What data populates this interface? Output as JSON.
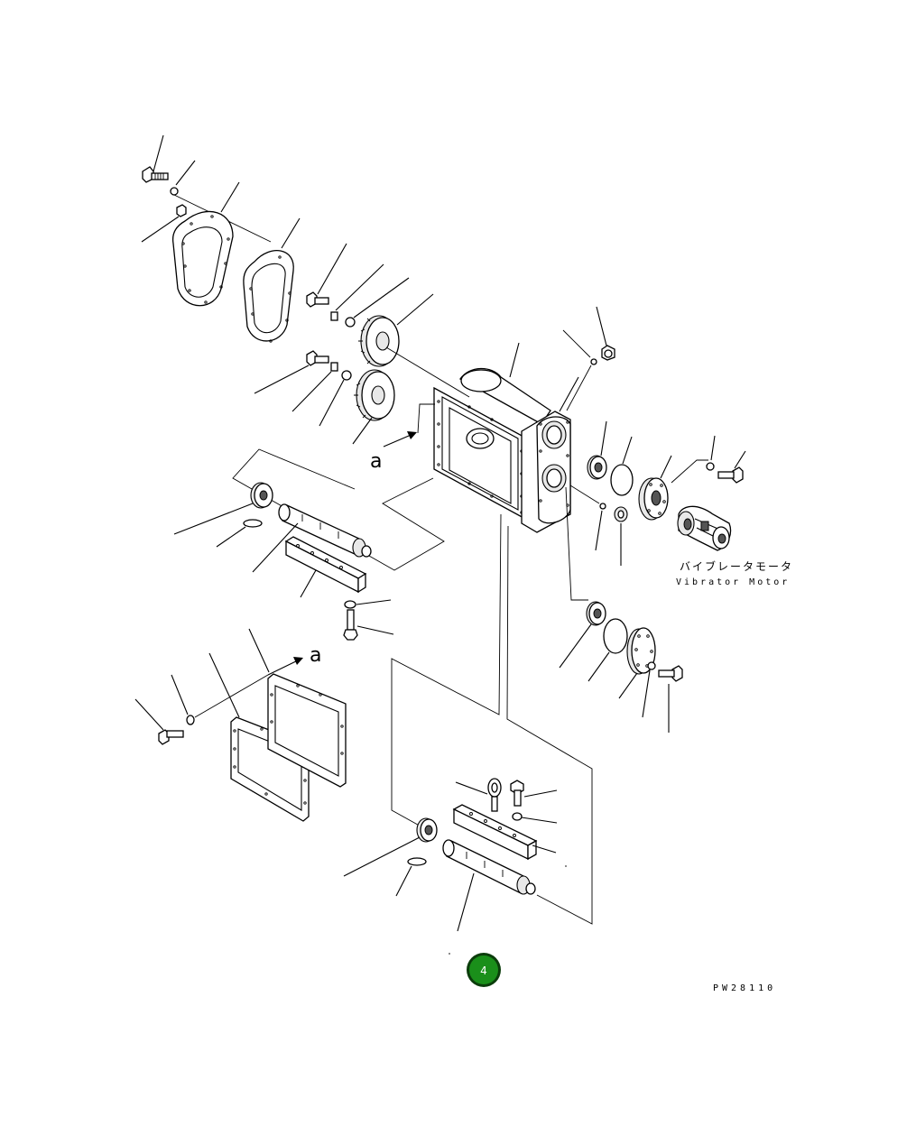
{
  "labels": {
    "view_marker_a": "a",
    "motor_label_jp": "バイブレータモータ",
    "motor_label_en": "Vibrator Motor",
    "drawing_number": "PW28110",
    "page_badge": "4"
  },
  "colors": {
    "line": "#000000",
    "background": "#ffffff",
    "badge_fill": "#1a8f1a",
    "badge_ring": "#0b3d0b",
    "badge_text": "#ffffff"
  }
}
